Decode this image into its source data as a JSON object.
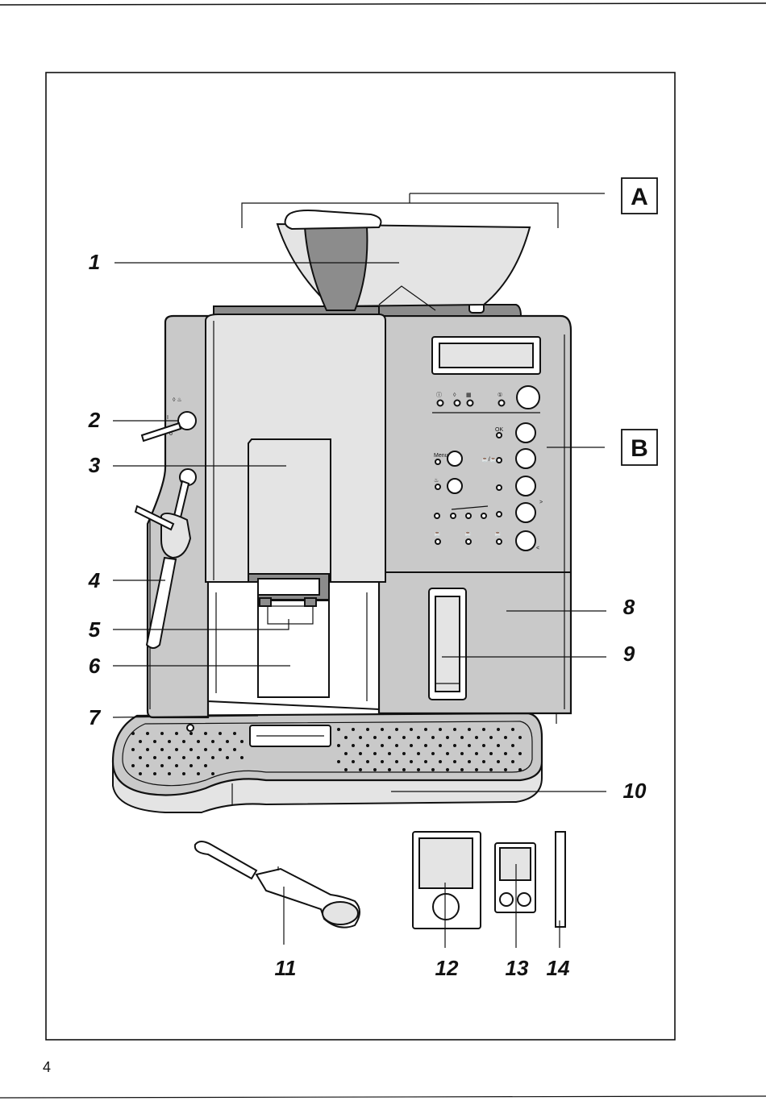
{
  "callouts": {
    "c1": "1",
    "c2": "2",
    "c3": "3",
    "c4": "4",
    "c5": "5",
    "c6": "6",
    "c7": "7",
    "c8": "8",
    "c9": "9",
    "c10": "10",
    "c11": "11",
    "c12": "12",
    "c13": "13",
    "c14": "14"
  },
  "box_labels": {
    "a": "A",
    "b": "B"
  },
  "panel": {
    "ok": "OK",
    "menu": "Menu"
  },
  "page_number": "4"
}
